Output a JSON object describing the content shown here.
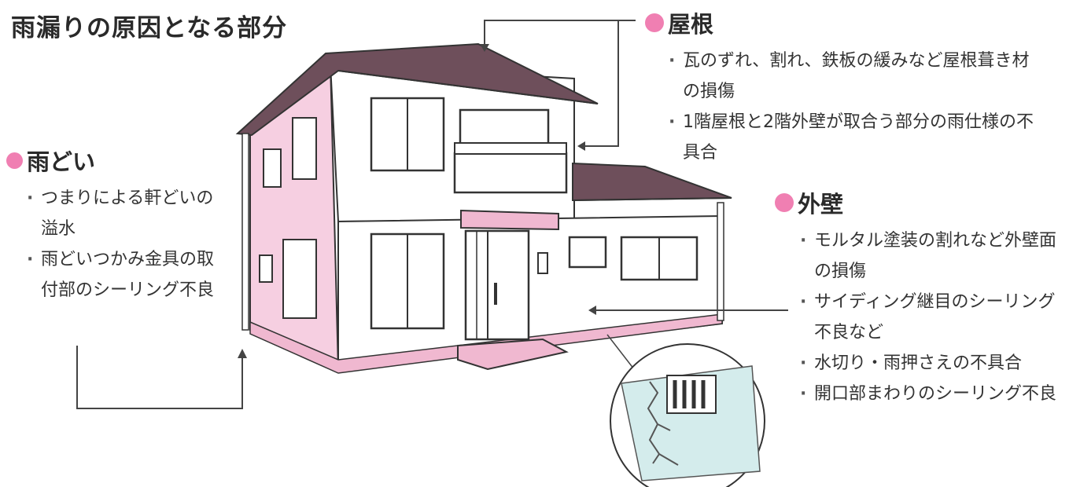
{
  "title": "雨漏りの原因となる部分",
  "colors": {
    "accent": "#f07fb2",
    "wall_pink": "#f6cfe1",
    "roof": "#6e4f5b",
    "crack_wall": "#d4ecec"
  },
  "sections": {
    "roof": {
      "heading": "屋根",
      "items": [
        "瓦のずれ、割れ、鉄板の緩みなど屋根葺き材の損傷",
        "1階屋根と2階外壁が取合う部分の雨仕様の不具合"
      ]
    },
    "gutter": {
      "heading": "雨どい",
      "items": [
        "つまりによる軒どいの溢水",
        "雨どいつかみ金具の取付部のシーリング不良"
      ]
    },
    "wall": {
      "heading": "外壁",
      "items": [
        "モルタル塗装の割れなど外壁面の損傷",
        "サイディング継目のシーリング不良など",
        "水切り・雨押さえの不具合",
        "開口部まわりのシーリング不良"
      ]
    }
  }
}
